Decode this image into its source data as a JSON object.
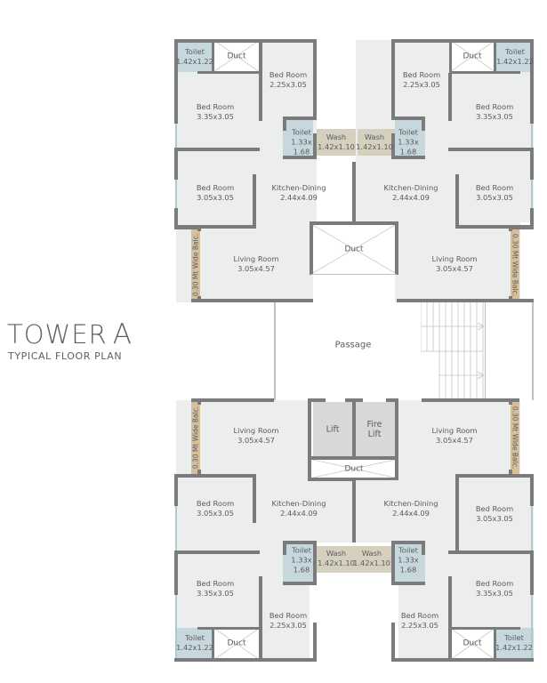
{
  "heading": {
    "title_word": "TOWER",
    "title_letter": "A",
    "subtitle": "TYPICAL FLOOR PLAN"
  },
  "colors": {
    "room_fill": "#eceded",
    "toilet_fill": "#c6d8de",
    "wash_fill": "#d5d0be",
    "lift_fill": "#d7d8d8",
    "wall": "#7a7b7c",
    "balcony": "#d6bf9a",
    "text": "#5a5b5d"
  },
  "units": {
    "top_left": {
      "toilet_small": {
        "name": "Toilet",
        "size": "1.42x1.22"
      },
      "duct": "Duct",
      "bed_small": {
        "name": "Bed Room",
        "size": "2.25x3.05"
      },
      "bed_large": {
        "name": "Bed Room",
        "size": "3.35x3.05"
      },
      "toilet_mid": {
        "name": "Toilet",
        "size_a": "1.33x",
        "size_b": "1.68"
      },
      "wash": {
        "name": "Wash",
        "size": "1.42x1.10"
      },
      "bed_third": {
        "name": "Bed Room",
        "size": "3.05x3.05"
      },
      "kitchen": {
        "name": "Kitchen-Dining",
        "size": "2.44x4.09"
      },
      "living": {
        "name": "Living Room",
        "size": "3.05x4.57"
      },
      "balcony": "0.30 Mt Wide Balc."
    },
    "top_right": {
      "toilet_small": {
        "name": "Toilet",
        "size": "1.42x1.22"
      },
      "duct": "Duct",
      "bed_small": {
        "name": "Bed Room",
        "size": "2.25x3.05"
      },
      "bed_large": {
        "name": "Bed Room",
        "size": "3.35x3.05"
      },
      "toilet_mid": {
        "name": "Toilet",
        "size_a": "1.33x",
        "size_b": "1.68"
      },
      "wash": {
        "name": "Wash",
        "size": "1.42x1.10"
      },
      "bed_third": {
        "name": "Bed Room",
        "size": "3.05x3.05"
      },
      "kitchen": {
        "name": "Kitchen-Dining",
        "size": "2.44x4.09"
      },
      "living": {
        "name": "Living Room",
        "size": "3.05x4.57"
      },
      "balcony": "0.30 Mt Wide Balc."
    },
    "bottom_left": {
      "toilet_small": {
        "name": "Toilet",
        "size": "1.42x1.22"
      },
      "duct": "Duct",
      "bed_small": {
        "name": "Bed Room",
        "size": "2.25x3.05"
      },
      "bed_large": {
        "name": "Bed Room",
        "size": "3.35x3.05"
      },
      "toilet_mid": {
        "name": "Toilet",
        "size_a": "1.33x",
        "size_b": "1.68"
      },
      "wash": {
        "name": "Wash",
        "size": "1.42x1.10"
      },
      "bed_third": {
        "name": "Bed Room",
        "size": "3.05x3.05"
      },
      "kitchen": {
        "name": "Kitchen-Dining",
        "size": "2.44x4.09"
      },
      "living": {
        "name": "Living Room",
        "size": "3.05x4.57"
      },
      "balcony": "0.30 Mt Wide Balc."
    },
    "bottom_right": {
      "toilet_small": {
        "name": "Toilet",
        "size": "1.42x1.22"
      },
      "duct": "Duct",
      "bed_small": {
        "name": "Bed Room",
        "size": "2.25x3.05"
      },
      "bed_large": {
        "name": "Bed Room",
        "size": "3.35x3.05"
      },
      "toilet_mid": {
        "name": "Toilet",
        "size_a": "1.33x",
        "size_b": "1.68"
      },
      "wash": {
        "name": "Wash",
        "size": "1.42x1.10"
      },
      "bed_third": {
        "name": "Bed Room",
        "size": "3.05x3.05"
      },
      "kitchen": {
        "name": "Kitchen-Dining",
        "size": "2.44x4.09"
      },
      "living": {
        "name": "Living Room",
        "size": "3.05x4.57"
      },
      "balcony": "0.30 Mt Wide Balc."
    }
  },
  "core": {
    "top_duct": "Duct",
    "passage": "Passage",
    "lift": "Lift",
    "fire_lift_a": "Fire",
    "fire_lift_b": "Lift",
    "bottom_duct": "Duct"
  }
}
